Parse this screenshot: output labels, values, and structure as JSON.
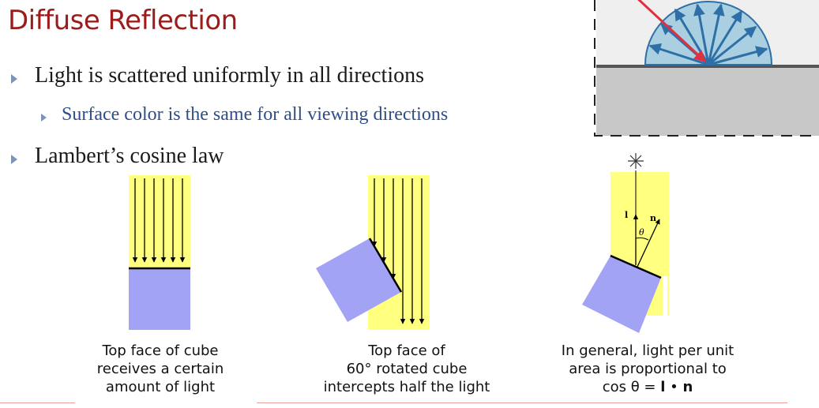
{
  "slide": {
    "title": "Diffuse Reflection",
    "bullets": [
      {
        "text": "Light is scattered uniformly in all directions",
        "sub": [
          "Surface color is the same for all viewing directions"
        ]
      },
      {
        "text": "Lambert’s cosine law",
        "sub": []
      }
    ]
  },
  "figures": {
    "fig1_caption": [
      "Top face of cube",
      "receives a certain",
      "amount of light"
    ],
    "fig2_caption": [
      "Top face of",
      "60° rotated cube",
      "intercepts half the light"
    ],
    "fig3_caption": [
      "In general, light per unit",
      "area is proportional to"
    ],
    "fig3_formula": {
      "prefix": "cos θ = ",
      "l": "l",
      "dot": " • ",
      "n": "n"
    },
    "fig3_labels": {
      "l": "l",
      "n": "n",
      "theta": "θ"
    }
  },
  "colors": {
    "title": "#9c1b1b",
    "sub_bullet": "#2d4e8a",
    "light_beam": "#ffff80",
    "cube": "#a3a3f5",
    "hemisphere": "#a9cfe0",
    "arrow_blue": "#2f6fa8",
    "incident_red": "#e03040",
    "surface_gray": "#c8c8c8"
  },
  "icons": [
    "bullet-triangle-icon",
    "light-source-icon"
  ]
}
